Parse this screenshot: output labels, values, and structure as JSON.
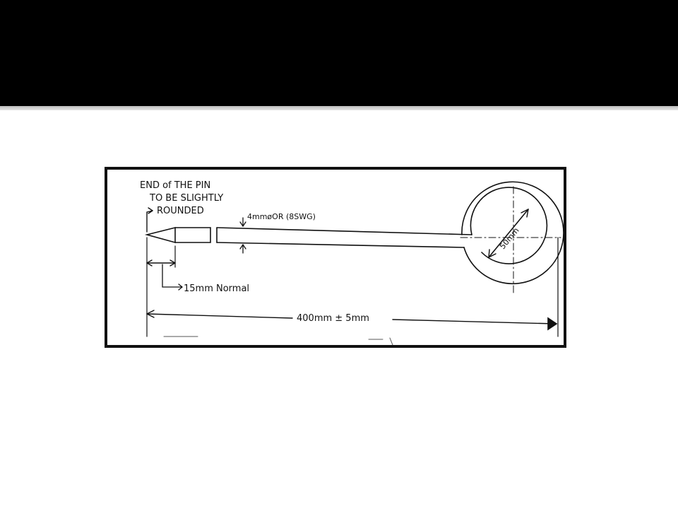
{
  "slide": {
    "title_bar_color": "#000000",
    "frame_color": "#111111"
  },
  "diagram": {
    "note_line_1": "END of THE PIN",
    "note_line_2": "TO BE SLIGHTLY",
    "note_line_3": "ROUNDED",
    "wire_spec": "4mmøOR (8SWG)",
    "ring_diameter": "50mm",
    "tip_length": "15mm Normal",
    "overall_length": "400mm ± 5mm"
  }
}
